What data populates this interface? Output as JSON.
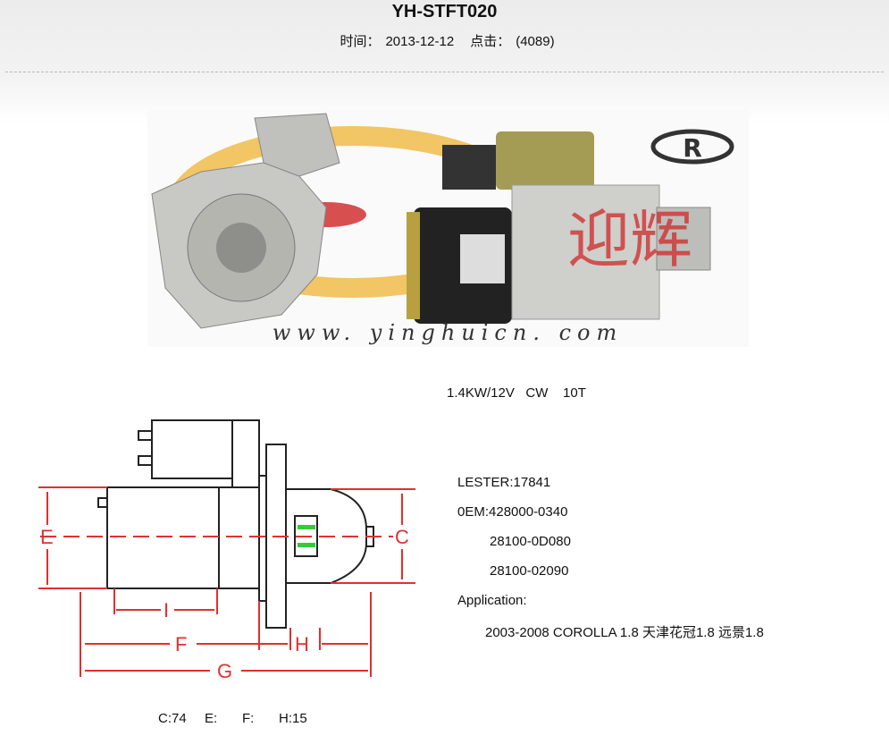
{
  "header": {
    "title": "YH-STFT020",
    "time_label": "时间：",
    "date": "2013-12-12",
    "clicks_label": "点击：",
    "clicks": "(4089)"
  },
  "photo": {
    "watermark": "www. yinghuicn. com",
    "logo": "R",
    "brand_chars": "迎辉"
  },
  "specs": {
    "line": "1.4KW/12V   CW    10T"
  },
  "refs": {
    "lester": "LESTER:17841",
    "oem": "0EM:428000-0340",
    "oem2": "28100-0D080",
    "oem3": "28100-02090",
    "application_label": "Application:",
    "application": "2003-2008 COROLLA 1.8 天津花冠1.8 远景1.8"
  },
  "diagram": {
    "labels": {
      "E": "E",
      "C": "C",
      "I": "I",
      "F": "F",
      "H": "H",
      "G": "G"
    }
  },
  "dimensions": {
    "c": "C:74",
    "e": "E:",
    "f": "F:",
    "h": "H:15"
  }
}
